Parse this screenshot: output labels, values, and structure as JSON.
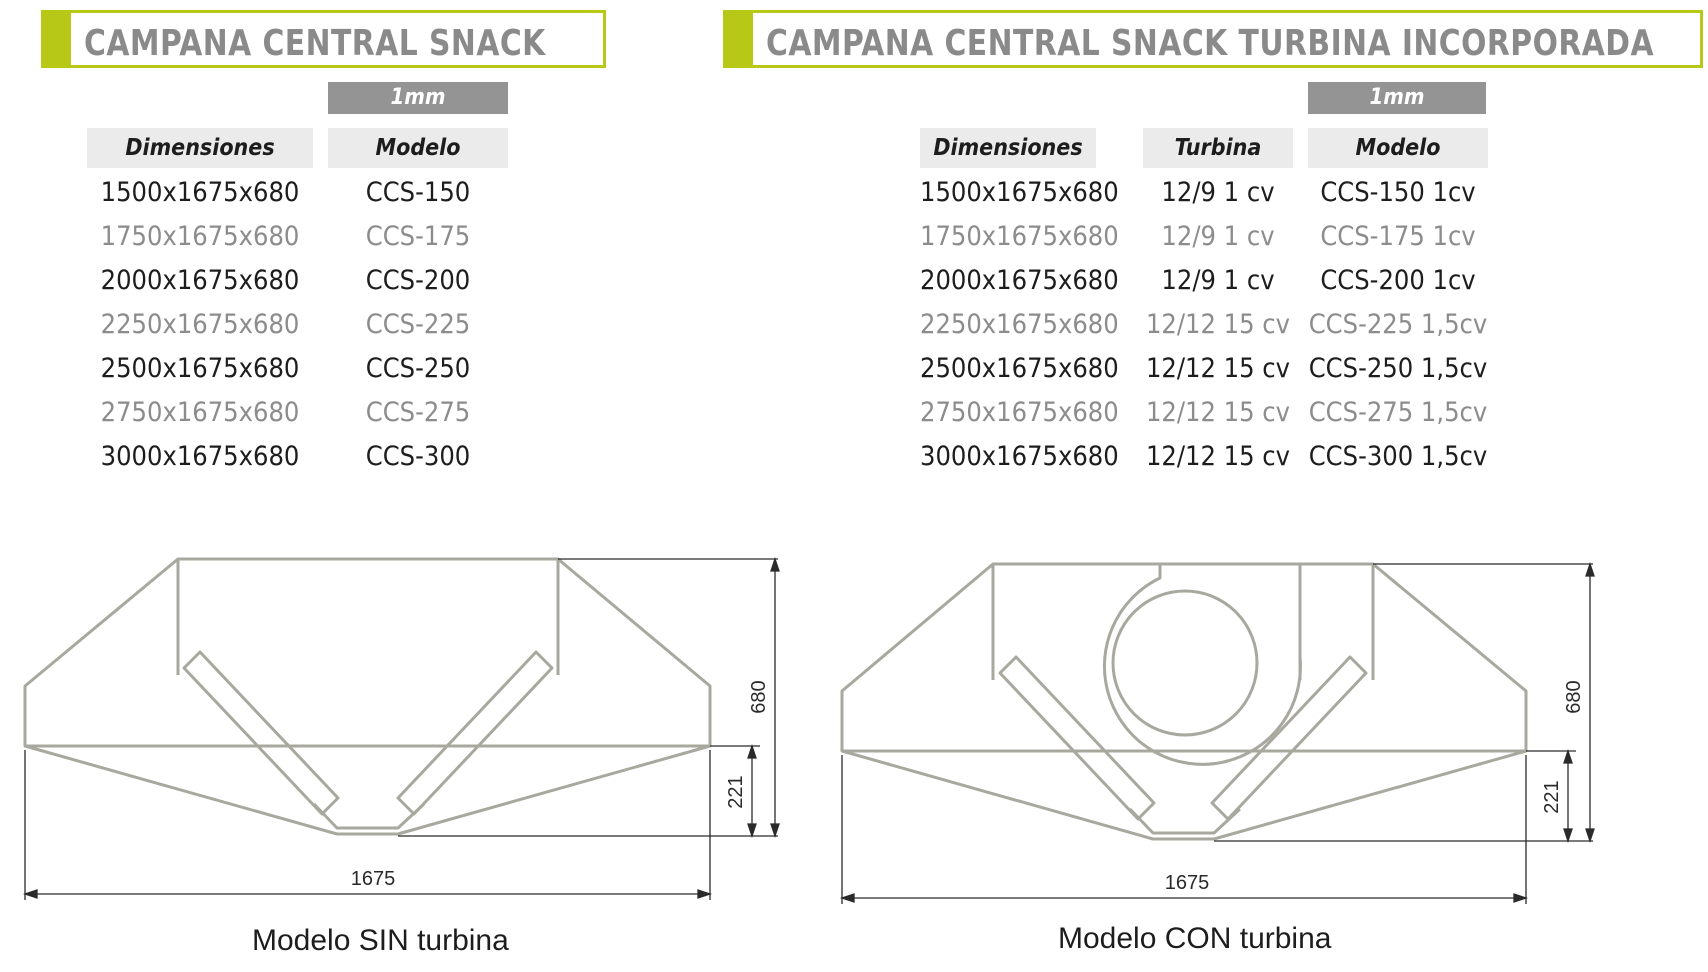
{
  "left": {
    "title": "CAMPANA CENTRAL SNACK",
    "thickness": "1mm",
    "headers": {
      "dimensions": "Dimensiones",
      "model": "Modelo"
    },
    "rows": [
      {
        "dim": "1500x1675x680",
        "model": "CCS-150"
      },
      {
        "dim": "1750x1675x680",
        "model": "CCS-175"
      },
      {
        "dim": "2000x1675x680",
        "model": "CCS-200"
      },
      {
        "dim": "2250x1675x680",
        "model": "CCS-225"
      },
      {
        "dim": "2500x1675x680",
        "model": "CCS-250"
      },
      {
        "dim": "2750x1675x680",
        "model": "CCS-275"
      },
      {
        "dim": "3000x1675x680",
        "model": "CCS-300"
      }
    ]
  },
  "right": {
    "title": "CAMPANA CENTRAL SNACK TURBINA INCORPORADA",
    "thickness": "1mm",
    "headers": {
      "dimensions": "Dimensiones",
      "turbine": "Turbina",
      "model": "Modelo"
    },
    "rows": [
      {
        "dim": "1500x1675x680",
        "turbine": "12/9 1 cv",
        "model": "CCS-150 1cv"
      },
      {
        "dim": "1750x1675x680",
        "turbine": "12/9 1 cv",
        "model": "CCS-175 1cv"
      },
      {
        "dim": "2000x1675x680",
        "turbine": "12/9 1 cv",
        "model": "CCS-200 1cv"
      },
      {
        "dim": "2250x1675x680",
        "turbine": "12/12 15 cv",
        "model": "CCS-225 1,5cv"
      },
      {
        "dim": "2500x1675x680",
        "turbine": "12/12 15 cv",
        "model": "CCS-250 1,5cv"
      },
      {
        "dim": "2750x1675x680",
        "turbine": "12/12 15 cv",
        "model": "CCS-275 1,5cv"
      },
      {
        "dim": "3000x1675x680",
        "turbine": "12/12 15 cv",
        "model": "CCS-300 1,5cv"
      }
    ]
  },
  "drawings": {
    "left": {
      "width_label": "1675",
      "height_label": "680",
      "lower_label": "221",
      "caption": "Modelo SIN turbina"
    },
    "right": {
      "width_label": "1675",
      "height_label": "680",
      "lower_label": "221",
      "caption": "Modelo CON turbina"
    }
  },
  "colors": {
    "accent": "#b7c916",
    "title_text": "#8a8a8a",
    "thickness_bg": "#949494",
    "header_bg": "#ebebeb",
    "line": "#a8a89e"
  }
}
